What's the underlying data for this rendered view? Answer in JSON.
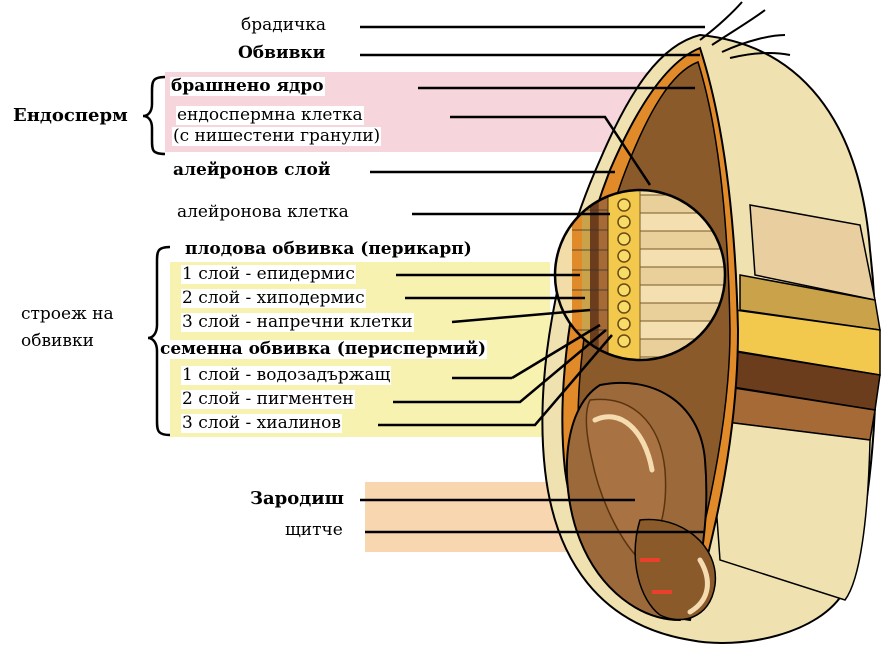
{
  "labels": {
    "beard": "брадичка",
    "coats": "Обвивки",
    "endosperm_group": "Ендосперм",
    "starchy_endosperm": "брашнено ядро",
    "endosperm_cell": "ендоспермна клетка",
    "starch_granules": "(с нишестени гранули)",
    "aleurone_layer": "алейронов слой",
    "aleurone_cell": "алейронова клетка",
    "pericarp": "плодова обвивка (перикарп)",
    "epidermis": "1 слой - епидермис",
    "hypodermis": "2 слой - хиподермис",
    "cross_cells": "3 слой - напречни клетки",
    "coats_structure_line1": "строеж на",
    "coats_structure_line2": "обвивки",
    "seed_coat": "семенна обвивка (периспермий)",
    "water_holding": "1 слой - водозадържащ",
    "pigment": "2 слой - пигментен",
    "hyaline": "3 слой - хиалинов",
    "embryo": "Зародиш",
    "scutellum": "щитче"
  },
  "colors": {
    "outer_coat": "#f0e2b0",
    "coat_band": "#e08a2a",
    "endosperm": "#8b5a2b",
    "embryo": "#9c6a3a",
    "pink_band": "#f6d6dc",
    "yellow_band": "#f8f2b0",
    "peach_band": "#f8d7b0"
  }
}
